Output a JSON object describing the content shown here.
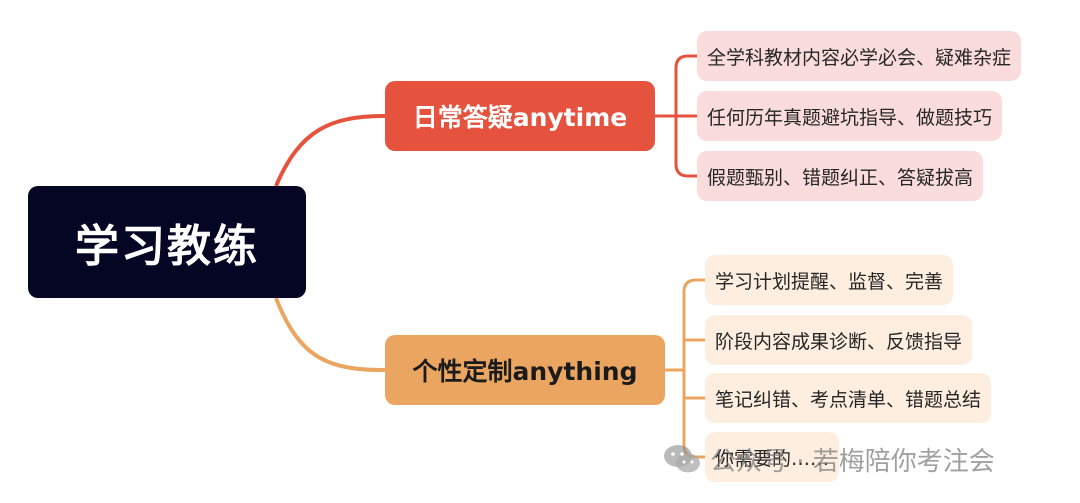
{
  "root": {
    "label": "学习教练"
  },
  "branches": [
    {
      "label": "日常答疑anytime",
      "color": "#E5533E",
      "leaves": [
        "全学科教材内容必学必会、疑难杂症",
        "任何历年真题避坑指导、做题技巧",
        "假题甄别、错题纠正、答疑拔高"
      ]
    },
    {
      "label": "个性定制anything",
      "color": "#EAA561",
      "leaves": [
        "学习计划提醒、监督、完善",
        "阶段内容成果诊断、反馈指导",
        "笔记纠错、考点清单、错题总结",
        "你需要的……"
      ]
    }
  ],
  "watermark": {
    "text": "公众号 · 若梅陪你考注会",
    "icon": "wechat-icon"
  },
  "colors": {
    "root_bg": "#050624",
    "red_leaf_bg": "#FBDCDC",
    "orange_leaf_bg": "#FDEEDF"
  }
}
